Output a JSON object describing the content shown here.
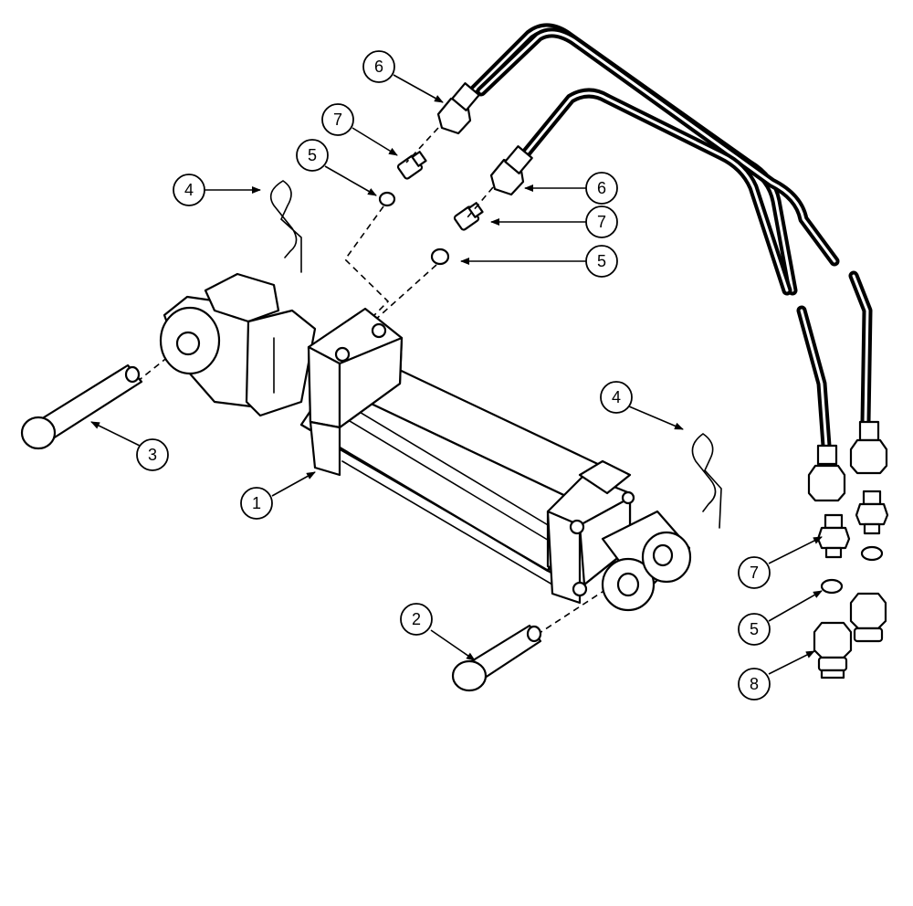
{
  "diagram": {
    "type": "exploded-parts-view",
    "callouts": [
      {
        "id": "c1",
        "label": "1"
      },
      {
        "id": "c2",
        "label": "2"
      },
      {
        "id": "c3",
        "label": "3"
      },
      {
        "id": "c4a",
        "label": "4"
      },
      {
        "id": "c4b",
        "label": "4"
      },
      {
        "id": "c5a",
        "label": "5"
      },
      {
        "id": "c5b",
        "label": "5"
      },
      {
        "id": "c5c",
        "label": "5"
      },
      {
        "id": "c6a",
        "label": "6"
      },
      {
        "id": "c6b",
        "label": "6"
      },
      {
        "id": "c7a",
        "label": "7"
      },
      {
        "id": "c7b",
        "label": "7"
      },
      {
        "id": "c7c",
        "label": "7"
      },
      {
        "id": "c8",
        "label": "8"
      }
    ]
  }
}
